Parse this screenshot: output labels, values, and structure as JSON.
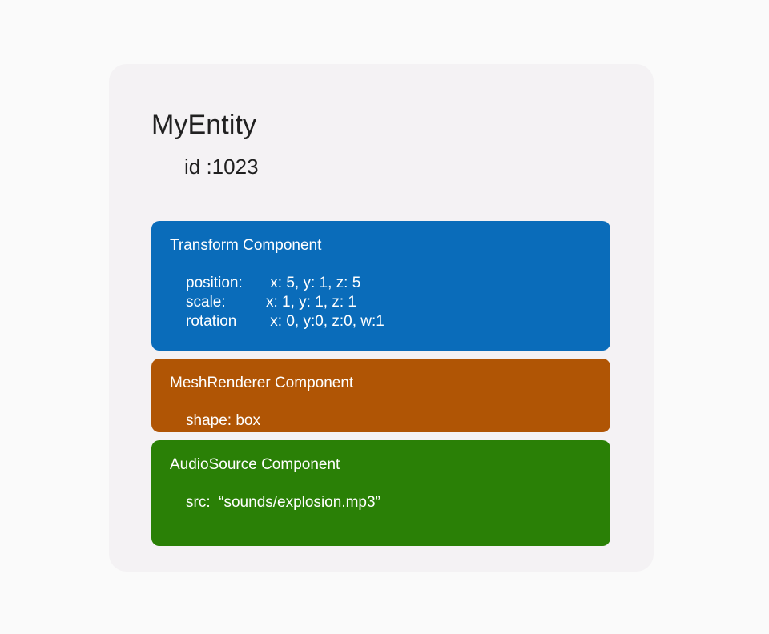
{
  "page": {
    "background_color": "#fafafa",
    "card_background_color": "#f4f2f4"
  },
  "entity": {
    "name": "MyEntity",
    "id_label": "id :1023"
  },
  "components": [
    {
      "key": "transform",
      "title": "Transform Component",
      "color": "#0a6cba",
      "rows": [
        {
          "key": "position:",
          "value": " x: 5, y: 1, z: 5"
        },
        {
          "key": "scale:",
          "value": "x: 1, y: 1, z: 1"
        },
        {
          "key": "rotation",
          "value": " x: 0, y:0, z:0, w:1"
        }
      ]
    },
    {
      "key": "meshrenderer",
      "title": "MeshRenderer Component",
      "color": "#b05505",
      "lines": [
        "shape: box"
      ]
    },
    {
      "key": "audiosource",
      "title": "AudioSource Component",
      "color": "#2a8006",
      "lines": [
        "src:  “sounds/explosion.mp3”"
      ]
    }
  ]
}
